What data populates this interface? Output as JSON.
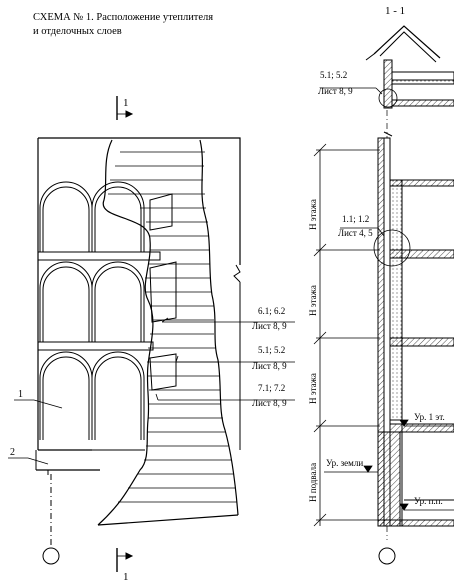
{
  "title": {
    "line1": "СХЕМА № 1. Расположение утеплителя",
    "line2": "и отделочных слоев"
  },
  "section": {
    "cut_mark": "1",
    "label": "1 - 1"
  },
  "facade": {
    "callout_1": "1",
    "callout_2": "2",
    "refs": [
      {
        "code": "6.1; 6.2",
        "sheet": "Лист 8, 9"
      },
      {
        "code": "5.1; 5.2",
        "sheet": "Лист 8, 9"
      },
      {
        "code": "7.1; 7.2",
        "sheet": "Лист 8, 9"
      }
    ]
  },
  "sectionView": {
    "top_ref": {
      "code": "5.1; 5.2",
      "sheet": "Лист 8, 9"
    },
    "mid_ref": {
      "code": "1.1; 1.2",
      "sheet": "Лист 4, 5"
    },
    "dims": [
      "Н этажа",
      "Н этажа",
      "Н этажа",
      "Н подвала"
    ],
    "levels": [
      "Ур. 1 эт.",
      "Ур. земли",
      "Ур. п.п."
    ]
  }
}
